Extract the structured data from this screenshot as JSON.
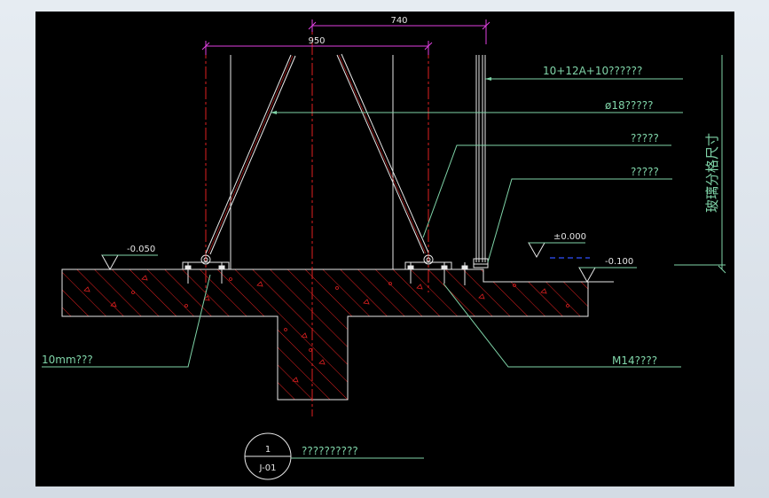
{
  "dimensions": {
    "top": "740",
    "bottom": "950"
  },
  "levels": {
    "left": "-0.050",
    "mid": "±0.000",
    "right": "-0.100"
  },
  "callouts": {
    "glass": "10+12A+10??????",
    "rod": "ø18?????",
    "c3": "?????",
    "c4": "?????",
    "gap": "10mm???",
    "bolt": "M14????"
  },
  "vertical_label": "玻璃分格尺寸",
  "detail": {
    "number": "1",
    "sheet": "J-01",
    "title": "??????????"
  },
  "colors": {
    "background": "#000000",
    "dimension": "#e040e0",
    "centerline": "#e02020",
    "leader": "#7fd4a8",
    "outline": "#e8e8e8",
    "hatch": "#e02020"
  }
}
